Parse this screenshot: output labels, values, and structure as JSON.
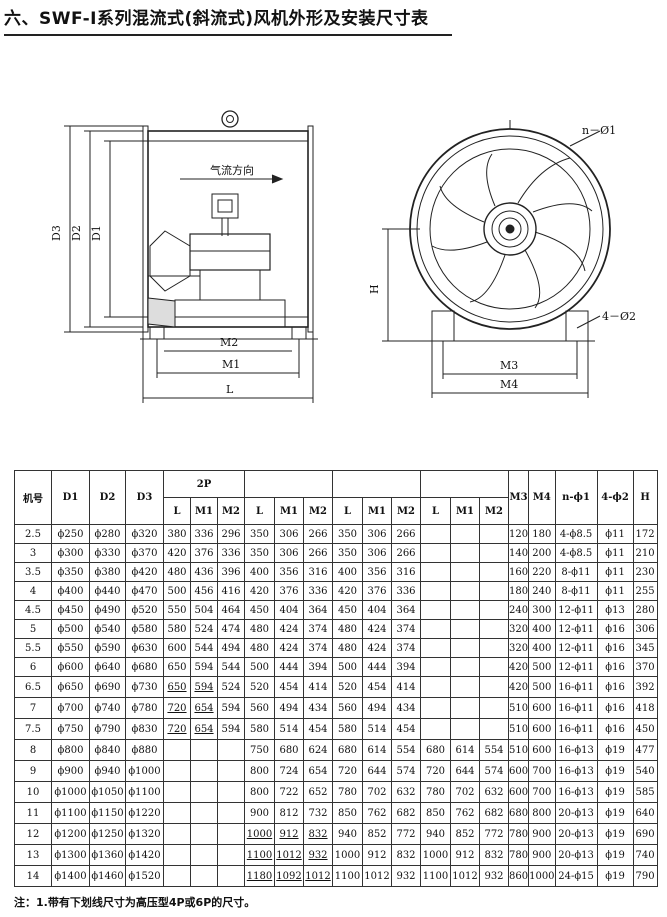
{
  "page": {
    "title": "六、SWF-I系列混流式(斜流式)风机外形及安装尺寸表",
    "note": "注：1.带有下划线尺寸为高压型4P或6P的尺寸。"
  },
  "drawing": {
    "side_view": {
      "airflow_label": "气流方向",
      "labels": {
        "d3": "D3",
        "d2": "D2",
        "d1": "D1",
        "m2": "M2",
        "m1": "M1",
        "l": "L"
      }
    },
    "front_view": {
      "labels": {
        "hole_top": "n－Ø1",
        "hole_base": "4－Ø2",
        "h": "H",
        "m3": "M3",
        "m4": "M4"
      }
    }
  },
  "table": {
    "headers": {
      "model": "机号",
      "d1": "D1",
      "d2": "D2",
      "d3": "D3",
      "group1": "2P",
      "l": "L",
      "m1": "M1",
      "m2": "M2",
      "m3": "M3",
      "m4": "M4",
      "n_phi1": "n-ϕ1",
      "four_phi2": "4-ϕ2",
      "h": "H"
    },
    "rows": [
      {
        "model": "2.5",
        "d1": "ϕ250",
        "d2": "ϕ280",
        "d3": "ϕ320",
        "g1": [
          "380",
          "336",
          "296"
        ],
        "g2": [
          "350",
          "306",
          "266"
        ],
        "g3": [
          "350",
          "306",
          "266"
        ],
        "g4": [
          "",
          "",
          ""
        ],
        "m3": "120",
        "m4": "180",
        "n_phi1": "4-ϕ8.5",
        "four_phi2": "ϕ11",
        "h": "172"
      },
      {
        "model": "3",
        "d1": "ϕ300",
        "d2": "ϕ330",
        "d3": "ϕ370",
        "g1": [
          "420",
          "376",
          "336"
        ],
        "g2": [
          "350",
          "306",
          "266"
        ],
        "g3": [
          "350",
          "306",
          "266"
        ],
        "g4": [
          "",
          "",
          ""
        ],
        "m3": "140",
        "m4": "200",
        "n_phi1": "4-ϕ8.5",
        "four_phi2": "ϕ11",
        "h": "210"
      },
      {
        "model": "3.5",
        "d1": "ϕ350",
        "d2": "ϕ380",
        "d3": "ϕ420",
        "g1": [
          "480",
          "436",
          "396"
        ],
        "g2": [
          "400",
          "356",
          "316"
        ],
        "g3": [
          "400",
          "356",
          "316"
        ],
        "g4": [
          "",
          "",
          ""
        ],
        "m3": "160",
        "m4": "220",
        "n_phi1": "8-ϕ11",
        "four_phi2": "ϕ11",
        "h": "230"
      },
      {
        "model": "4",
        "d1": "ϕ400",
        "d2": "ϕ440",
        "d3": "ϕ470",
        "g1": [
          "500",
          "456",
          "416"
        ],
        "g2": [
          "420",
          "376",
          "336"
        ],
        "g3": [
          "420",
          "376",
          "336"
        ],
        "g4": [
          "",
          "",
          ""
        ],
        "m3": "180",
        "m4": "240",
        "n_phi1": "8-ϕ11",
        "four_phi2": "ϕ11",
        "h": "255"
      },
      {
        "model": "4.5",
        "d1": "ϕ450",
        "d2": "ϕ490",
        "d3": "ϕ520",
        "g1": [
          "550",
          "504",
          "464"
        ],
        "g2": [
          "450",
          "404",
          "364"
        ],
        "g3": [
          "450",
          "404",
          "364"
        ],
        "g4": [
          "",
          "",
          ""
        ],
        "m3": "240",
        "m4": "300",
        "n_phi1": "12-ϕ11",
        "four_phi2": "ϕ13",
        "h": "280"
      },
      {
        "model": "5",
        "d1": "ϕ500",
        "d2": "ϕ540",
        "d3": "ϕ580",
        "g1": [
          "580",
          "524",
          "474"
        ],
        "g2": [
          "480",
          "424",
          "374"
        ],
        "g3": [
          "480",
          "424",
          "374"
        ],
        "g4": [
          "",
          "",
          ""
        ],
        "m3": "320",
        "m4": "400",
        "n_phi1": "12-ϕ11",
        "four_phi2": "ϕ16",
        "h": "306"
      },
      {
        "model": "5.5",
        "d1": "ϕ550",
        "d2": "ϕ590",
        "d3": "ϕ630",
        "g1": [
          "600",
          "544",
          "494"
        ],
        "g2": [
          "480",
          "424",
          "374"
        ],
        "g3": [
          "480",
          "424",
          "374"
        ],
        "g4": [
          "",
          "",
          ""
        ],
        "m3": "320",
        "m4": "400",
        "n_phi1": "12-ϕ11",
        "four_phi2": "ϕ16",
        "h": "345"
      },
      {
        "model": "6",
        "d1": "ϕ600",
        "d2": "ϕ640",
        "d3": "ϕ680",
        "g1": [
          "650",
          "594",
          "544"
        ],
        "g2": [
          "500",
          "444",
          "394"
        ],
        "g3": [
          "500",
          "444",
          "394"
        ],
        "g4": [
          "",
          "",
          ""
        ],
        "m3": "420",
        "m4": "500",
        "n_phi1": "12-ϕ11",
        "four_phi2": "ϕ16",
        "h": "370"
      },
      {
        "model": "6.5",
        "d1": "ϕ650",
        "d2": "ϕ690",
        "d3": "ϕ730",
        "g1": [
          "650",
          "594",
          "524"
        ],
        "g1u": [
          true,
          true,
          false
        ],
        "g2": [
          "520",
          "454",
          "414"
        ],
        "g3": [
          "520",
          "454",
          "414"
        ],
        "g4": [
          "",
          "",
          ""
        ],
        "m3": "420",
        "m4": "500",
        "n_phi1": "16-ϕ11",
        "four_phi2": "ϕ16",
        "h": "392"
      },
      {
        "model": "7",
        "d1": "ϕ700",
        "d2": "ϕ740",
        "d3": "ϕ780",
        "g1": [
          "720",
          "654",
          "594"
        ],
        "g1u": [
          true,
          true,
          false
        ],
        "g2": [
          "560",
          "494",
          "434"
        ],
        "g3": [
          "560",
          "494",
          "434"
        ],
        "g4": [
          "",
          "",
          ""
        ],
        "m3": "510",
        "m4": "600",
        "n_phi1": "16-ϕ11",
        "four_phi2": "ϕ16",
        "h": "418"
      },
      {
        "model": "7.5",
        "d1": "ϕ750",
        "d2": "ϕ790",
        "d3": "ϕ830",
        "g1": [
          "720",
          "654",
          "594"
        ],
        "g1u": [
          true,
          true,
          false
        ],
        "g2": [
          "580",
          "514",
          "454"
        ],
        "g3": [
          "580",
          "514",
          "454"
        ],
        "g4": [
          "",
          "",
          ""
        ],
        "m3": "510",
        "m4": "600",
        "n_phi1": "16-ϕ11",
        "four_phi2": "ϕ16",
        "h": "450"
      },
      {
        "model": "8",
        "d1": "ϕ800",
        "d2": "ϕ840",
        "d3": "ϕ880",
        "g1": [
          "",
          "",
          ""
        ],
        "g2": [
          "750",
          "680",
          "624"
        ],
        "g3": [
          "680",
          "614",
          "554"
        ],
        "g4": [
          "680",
          "614",
          "554"
        ],
        "m3": "510",
        "m4": "600",
        "n_phi1": "16-ϕ13",
        "four_phi2": "ϕ19",
        "h": "477"
      },
      {
        "model": "9",
        "d1": "ϕ900",
        "d2": "ϕ940",
        "d3": "ϕ1000",
        "g1": [
          "",
          "",
          ""
        ],
        "g2": [
          "800",
          "724",
          "654"
        ],
        "g3": [
          "720",
          "644",
          "574"
        ],
        "g4": [
          "720",
          "644",
          "574"
        ],
        "m3": "600",
        "m4": "700",
        "n_phi1": "16-ϕ13",
        "four_phi2": "ϕ19",
        "h": "540"
      },
      {
        "model": "10",
        "d1": "ϕ1000",
        "d2": "ϕ1050",
        "d3": "ϕ1100",
        "g1": [
          "",
          "",
          ""
        ],
        "g2": [
          "800",
          "722",
          "652"
        ],
        "g3": [
          "780",
          "702",
          "632"
        ],
        "g4": [
          "780",
          "702",
          "632"
        ],
        "m3": "600",
        "m4": "700",
        "n_phi1": "16-ϕ13",
        "four_phi2": "ϕ19",
        "h": "585"
      },
      {
        "model": "11",
        "d1": "ϕ1100",
        "d2": "ϕ1150",
        "d3": "ϕ1220",
        "g1": [
          "",
          "",
          ""
        ],
        "g2": [
          "900",
          "812",
          "732"
        ],
        "g3": [
          "850",
          "762",
          "682"
        ],
        "g4": [
          "850",
          "762",
          "682"
        ],
        "m3": "680",
        "m4": "800",
        "n_phi1": "20-ϕ13",
        "four_phi2": "ϕ19",
        "h": "640"
      },
      {
        "model": "12",
        "d1": "ϕ1200",
        "d2": "ϕ1250",
        "d3": "ϕ1320",
        "g1": [
          "",
          "",
          ""
        ],
        "g2": [
          "1000",
          "912",
          "832"
        ],
        "g2u": [
          true,
          true,
          true
        ],
        "g3": [
          "940",
          "852",
          "772"
        ],
        "g4": [
          "940",
          "852",
          "772"
        ],
        "m3": "780",
        "m4": "900",
        "n_phi1": "20-ϕ13",
        "four_phi2": "ϕ19",
        "h": "690"
      },
      {
        "model": "13",
        "d1": "ϕ1300",
        "d2": "ϕ1360",
        "d3": "ϕ1420",
        "g1": [
          "",
          "",
          ""
        ],
        "g2": [
          "1100",
          "1012",
          "932"
        ],
        "g2u": [
          true,
          true,
          true
        ],
        "g3": [
          "1000",
          "912",
          "832"
        ],
        "g4": [
          "1000",
          "912",
          "832"
        ],
        "m3": "780",
        "m4": "900",
        "n_phi1": "20-ϕ13",
        "four_phi2": "ϕ19",
        "h": "740"
      },
      {
        "model": "14",
        "d1": "ϕ1400",
        "d2": "ϕ1460",
        "d3": "ϕ1520",
        "g1": [
          "",
          "",
          ""
        ],
        "g2": [
          "1180",
          "1092",
          "1012"
        ],
        "g2u": [
          true,
          true,
          true
        ],
        "g3": [
          "1100",
          "1012",
          "932"
        ],
        "g4": [
          "1100",
          "1012",
          "932"
        ],
        "m3": "860",
        "m4": "1000",
        "n_phi1": "24-ϕ15",
        "four_phi2": "ϕ19",
        "h": "790"
      }
    ]
  }
}
